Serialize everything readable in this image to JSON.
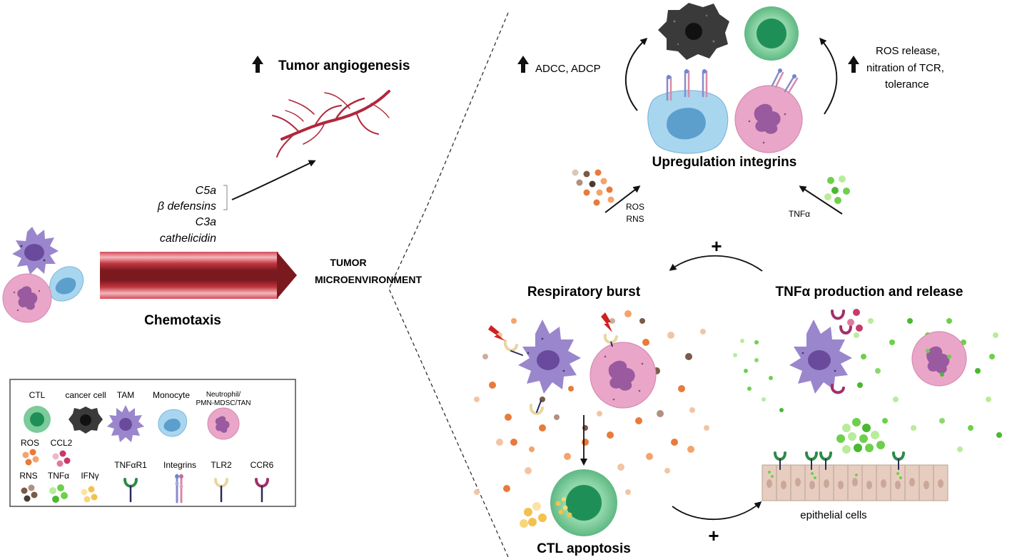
{
  "labels": {
    "tumor_angiogenesis": "Tumor angiogenesis",
    "chemotaxis": "Chemotaxis",
    "tumor_line1": "TUMOR",
    "tumor_line2": "MICROENVIRONMENT",
    "adcc": "ADCC, ADCP",
    "ros_release_1": "ROS release,",
    "ros_release_2": "nitration of TCR,",
    "ros_release_3": "tolerance",
    "upregulation": "Upregulation integrins",
    "ros": "ROS",
    "rns": "RNS",
    "tnfa": "TNFα",
    "plus_top": "+",
    "plus_bottom": "+",
    "respiratory_burst": "Respiratory burst",
    "tnfa_production": "TNFα production and release",
    "epithelial": "epithelial cells",
    "ctl_apoptosis": "CTL apoptosis"
  },
  "factors": [
    "C5a",
    "β defensins",
    "C3a",
    "cathelicidin"
  ],
  "legend": {
    "ctl": "CTL",
    "cancer_cell": "cancer cell",
    "tam": "TAM",
    "monocyte": "Monocyte",
    "neutrophil_1": "Neutrophil/",
    "neutrophil_2": "PMN-MDSC/TAN",
    "ros": "ROS",
    "ccl2": "CCL2",
    "rns": "RNS",
    "tnfa": "TNFα",
    "ifng": "IFNγ",
    "tnfar1": "TNFαR1",
    "integrins": "Integrins",
    "tlr2": "TLR2",
    "ccr6": "CCR6"
  },
  "colors": {
    "tam": "#9a86cc",
    "tam_nucleus": "#6a4a9c",
    "neutrophil": "#e9a6c8",
    "neutrophil_nucleus": "#9a5aa0",
    "monocyte": "#a9d6ef",
    "monocyte_nucleus": "#5c9fcc",
    "ctl": "#7ccb9a",
    "ctl_nucleus": "#1f8f58",
    "cancer": "#3a3a3a",
    "vessel": "#b0283c",
    "ros": "#e87a3a",
    "rns": "#7a5a4a",
    "tnfa": "#6dd04a",
    "ccl2": "#c83a6a",
    "ifng": "#f2c14e",
    "tnfar1": "#2e8a4a",
    "tlr2": "#e8d6a0",
    "ccr6": "#a0306a"
  }
}
